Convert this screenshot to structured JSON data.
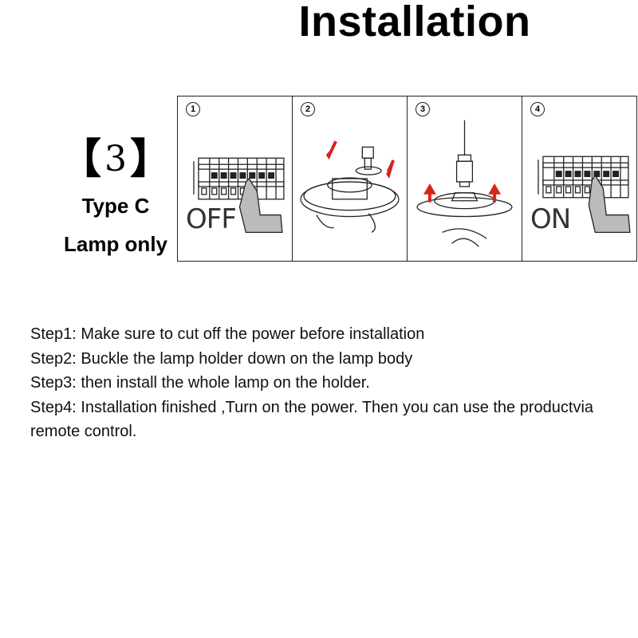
{
  "header": {
    "title": "Installation"
  },
  "variant": {
    "bracket_left": "【",
    "number": "3",
    "bracket_right": "】",
    "type_label": "Type C",
    "lamp_label": "Lamp only"
  },
  "panels": [
    {
      "num": "1",
      "label": "OFF"
    },
    {
      "num": "2"
    },
    {
      "num": "3"
    },
    {
      "num": "4",
      "label": "ON"
    }
  ],
  "steps": [
    "Step1: Make sure to cut off the power before installation",
    "Step2: Buckle the lamp holder down on the lamp body",
    "Step3: then install the whole lamp on the holder.",
    "Step4: Installation finished ,Turn on the power. Then you can use the productvia remote control."
  ],
  "colors": {
    "arrow": "#d8231c",
    "line": "#222222"
  }
}
